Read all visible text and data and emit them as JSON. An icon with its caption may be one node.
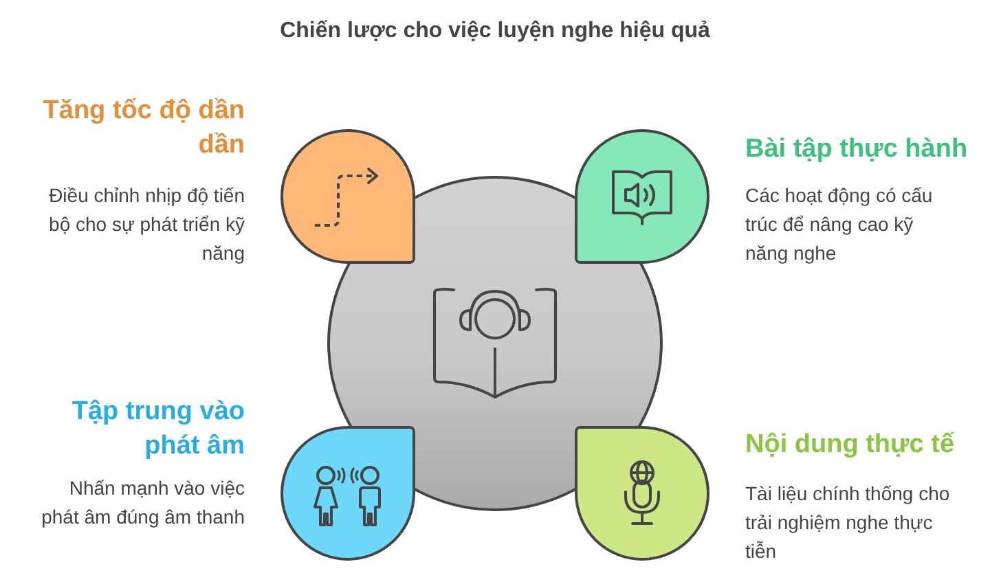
{
  "diagram": {
    "title": "Chiến lược cho việc luyện nghe hiệu quả",
    "nodes": [
      {
        "text": [
          "Tăng tốc độ dần dần",
          "Điều chỉnh nhịp độ tiến bộ cho sự phát triển kỹ năng"
        ]
      },
      {
        "text": [
          "Bài tập thực hành",
          "Các hoạt động có cấu trúc để nâng cao kỹ năng nghe"
        ]
      },
      {
        "text": [],
        "shape": "circle"
      },
      {
        "text": [
          "Tập trung vào phát âm",
          "Nhấn mạnh vào việc phát âm đúng âm thanh"
        ]
      },
      {
        "text": [
          "Nội dung thực tế",
          "Tài liệu chính thống cho trải nghiệm nghe thực tiễn"
        ]
      }
    ]
  }
}
